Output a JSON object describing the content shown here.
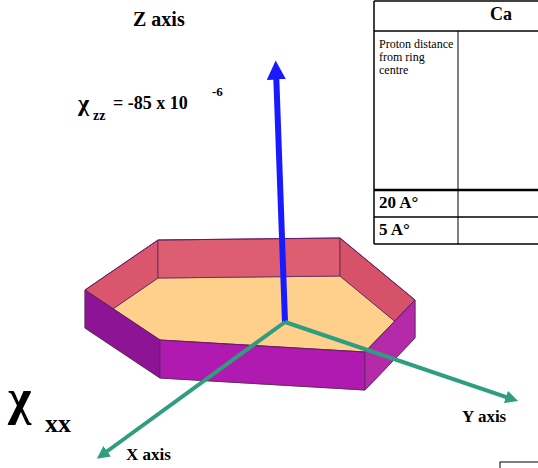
{
  "diagram": {
    "labels": [
      "Z axis",
      "χ",
      "zz",
      "= -85 x 10",
      "-6",
      "Ca",
      "Proton distance from ring centre",
      "20 A°",
      "5 A°",
      "χ",
      "xx",
      "X axis",
      "Y axis"
    ]
  }
}
